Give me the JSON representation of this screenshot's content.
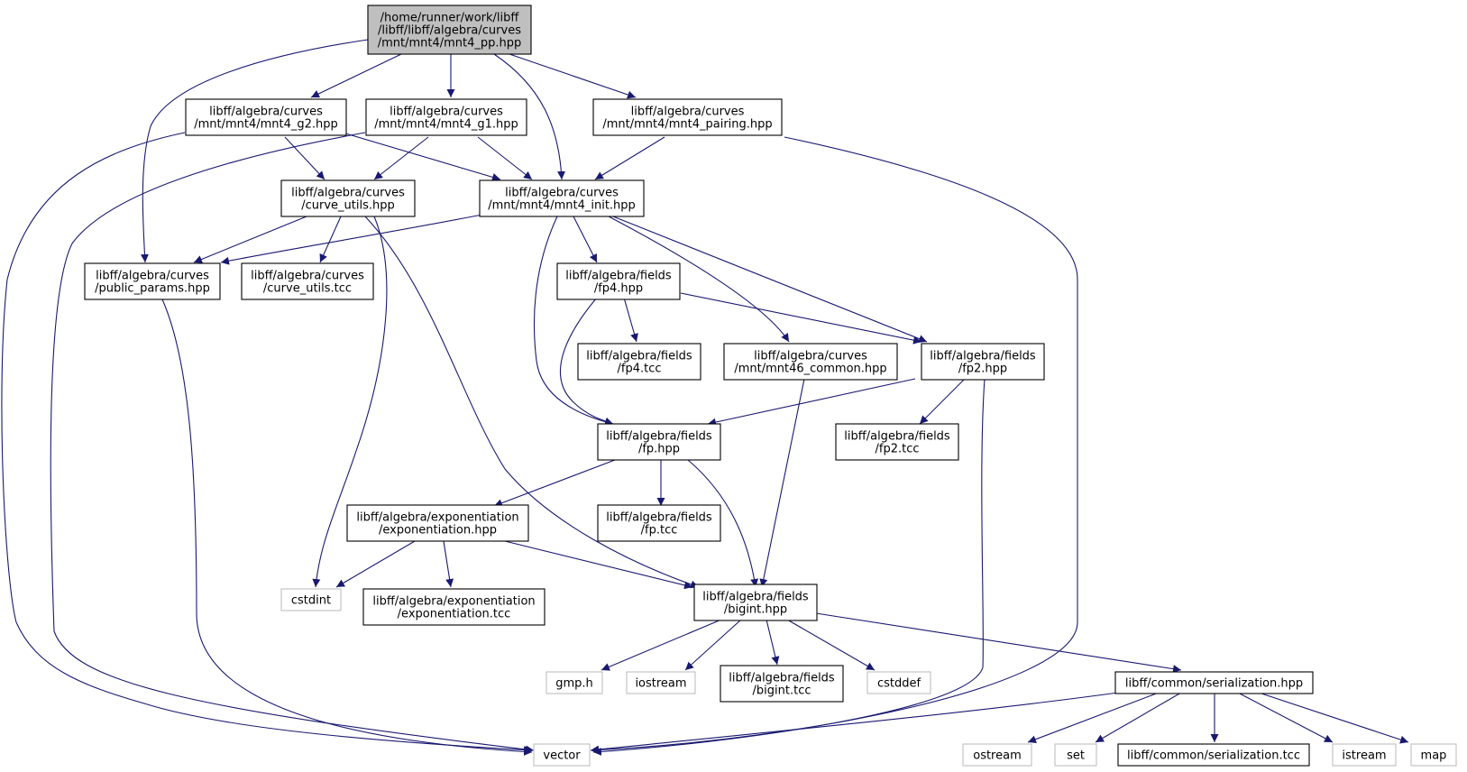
{
  "colors": {
    "edge": "#191970",
    "root_fill": "#bfbfbf",
    "external_border": "#bfbfbf",
    "node_border": "#000000"
  },
  "nodes": {
    "mnt4_pp": {
      "lines": [
        "/home/runner/work/libff",
        "/libff/libff/algebra/curves",
        "/mnt/mnt4/mnt4_pp.hpp"
      ]
    },
    "mnt4_g2": {
      "lines": [
        "libff/algebra/curves",
        "/mnt/mnt4/mnt4_g2.hpp"
      ]
    },
    "mnt4_g1": {
      "lines": [
        "libff/algebra/curves",
        "/mnt/mnt4/mnt4_g1.hpp"
      ]
    },
    "mnt4_pairing": {
      "lines": [
        "libff/algebra/curves",
        "/mnt/mnt4/mnt4_pairing.hpp"
      ]
    },
    "curve_utils_hpp": {
      "lines": [
        "libff/algebra/curves",
        "/curve_utils.hpp"
      ]
    },
    "mnt4_init": {
      "lines": [
        "libff/algebra/curves",
        "/mnt/mnt4/mnt4_init.hpp"
      ]
    },
    "public_params": {
      "lines": [
        "libff/algebra/curves",
        "/public_params.hpp"
      ]
    },
    "curve_utils_tcc": {
      "lines": [
        "libff/algebra/curves",
        "/curve_utils.tcc"
      ]
    },
    "fp4_hpp": {
      "lines": [
        "libff/algebra/fields",
        "/fp4.hpp"
      ]
    },
    "fp4_tcc": {
      "lines": [
        "libff/algebra/fields",
        "/fp4.tcc"
      ]
    },
    "mnt46_common": {
      "lines": [
        "libff/algebra/curves",
        "/mnt/mnt46_common.hpp"
      ]
    },
    "fp2_hpp": {
      "lines": [
        "libff/algebra/fields",
        "/fp2.hpp"
      ]
    },
    "fp_hpp": {
      "lines": [
        "libff/algebra/fields",
        "/fp.hpp"
      ]
    },
    "fp2_tcc": {
      "lines": [
        "libff/algebra/fields",
        "/fp2.tcc"
      ]
    },
    "expo_hpp": {
      "lines": [
        "libff/algebra/exponentiation",
        "/exponentiation.hpp"
      ]
    },
    "fp_tcc": {
      "lines": [
        "libff/algebra/fields",
        "/fp.tcc"
      ]
    },
    "cstdint": {
      "lines": [
        "cstdint"
      ]
    },
    "expo_tcc": {
      "lines": [
        "libff/algebra/exponentiation",
        "/exponentiation.tcc"
      ]
    },
    "bigint_hpp": {
      "lines": [
        "libff/algebra/fields",
        "/bigint.hpp"
      ]
    },
    "gmp": {
      "lines": [
        "gmp.h"
      ]
    },
    "iostream": {
      "lines": [
        "iostream"
      ]
    },
    "bigint_tcc": {
      "lines": [
        "libff/algebra/fields",
        "/bigint.tcc"
      ]
    },
    "cstddef": {
      "lines": [
        "cstddef"
      ]
    },
    "serialization": {
      "lines": [
        "libff/common/serialization.hpp"
      ]
    },
    "vector": {
      "lines": [
        "vector"
      ]
    },
    "ostream": {
      "lines": [
        "ostream"
      ]
    },
    "set": {
      "lines": [
        "set"
      ]
    },
    "serialization_tcc": {
      "lines": [
        "libff/common/serialization.tcc"
      ]
    },
    "istream": {
      "lines": [
        "istream"
      ]
    },
    "map": {
      "lines": [
        "map"
      ]
    }
  },
  "edges": [
    [
      "mnt4_pp",
      "mnt4_g2"
    ],
    [
      "mnt4_pp",
      "mnt4_g1"
    ],
    [
      "mnt4_pp",
      "mnt4_pairing"
    ],
    [
      "mnt4_pp",
      "mnt4_init"
    ],
    [
      "mnt4_pp",
      "public_params"
    ],
    [
      "mnt4_g2",
      "curve_utils_hpp"
    ],
    [
      "mnt4_g2",
      "mnt4_init"
    ],
    [
      "mnt4_g2",
      "vector"
    ],
    [
      "mnt4_g1",
      "curve_utils_hpp"
    ],
    [
      "mnt4_g1",
      "mnt4_init"
    ],
    [
      "mnt4_g1",
      "vector"
    ],
    [
      "mnt4_pairing",
      "mnt4_init"
    ],
    [
      "mnt4_pairing",
      "vector"
    ],
    [
      "curve_utils_hpp",
      "public_params"
    ],
    [
      "curve_utils_hpp",
      "curve_utils_tcc"
    ],
    [
      "curve_utils_hpp",
      "cstdint"
    ],
    [
      "curve_utils_hpp",
      "bigint_hpp"
    ],
    [
      "mnt4_init",
      "public_params"
    ],
    [
      "mnt4_init",
      "fp4_hpp"
    ],
    [
      "mnt4_init",
      "mnt46_common"
    ],
    [
      "mnt4_init",
      "fp2_hpp"
    ],
    [
      "mnt4_init",
      "fp_hpp"
    ],
    [
      "public_params",
      "vector"
    ],
    [
      "fp4_hpp",
      "fp4_tcc"
    ],
    [
      "fp4_hpp",
      "fp2_hpp"
    ],
    [
      "fp4_hpp",
      "fp_hpp"
    ],
    [
      "mnt46_common",
      "bigint_hpp"
    ],
    [
      "fp2_hpp",
      "fp_hpp"
    ],
    [
      "fp2_hpp",
      "fp2_tcc"
    ],
    [
      "fp2_hpp",
      "vector"
    ],
    [
      "fp_hpp",
      "expo_hpp"
    ],
    [
      "fp_hpp",
      "fp_tcc"
    ],
    [
      "fp_hpp",
      "bigint_hpp"
    ],
    [
      "expo_hpp",
      "cstdint"
    ],
    [
      "expo_hpp",
      "expo_tcc"
    ],
    [
      "expo_hpp",
      "bigint_hpp"
    ],
    [
      "bigint_hpp",
      "gmp"
    ],
    [
      "bigint_hpp",
      "iostream"
    ],
    [
      "bigint_hpp",
      "bigint_tcc"
    ],
    [
      "bigint_hpp",
      "cstddef"
    ],
    [
      "bigint_hpp",
      "serialization"
    ],
    [
      "serialization",
      "vector"
    ],
    [
      "serialization",
      "ostream"
    ],
    [
      "serialization",
      "set"
    ],
    [
      "serialization",
      "serialization_tcc"
    ],
    [
      "serialization",
      "istream"
    ],
    [
      "serialization",
      "map"
    ]
  ]
}
